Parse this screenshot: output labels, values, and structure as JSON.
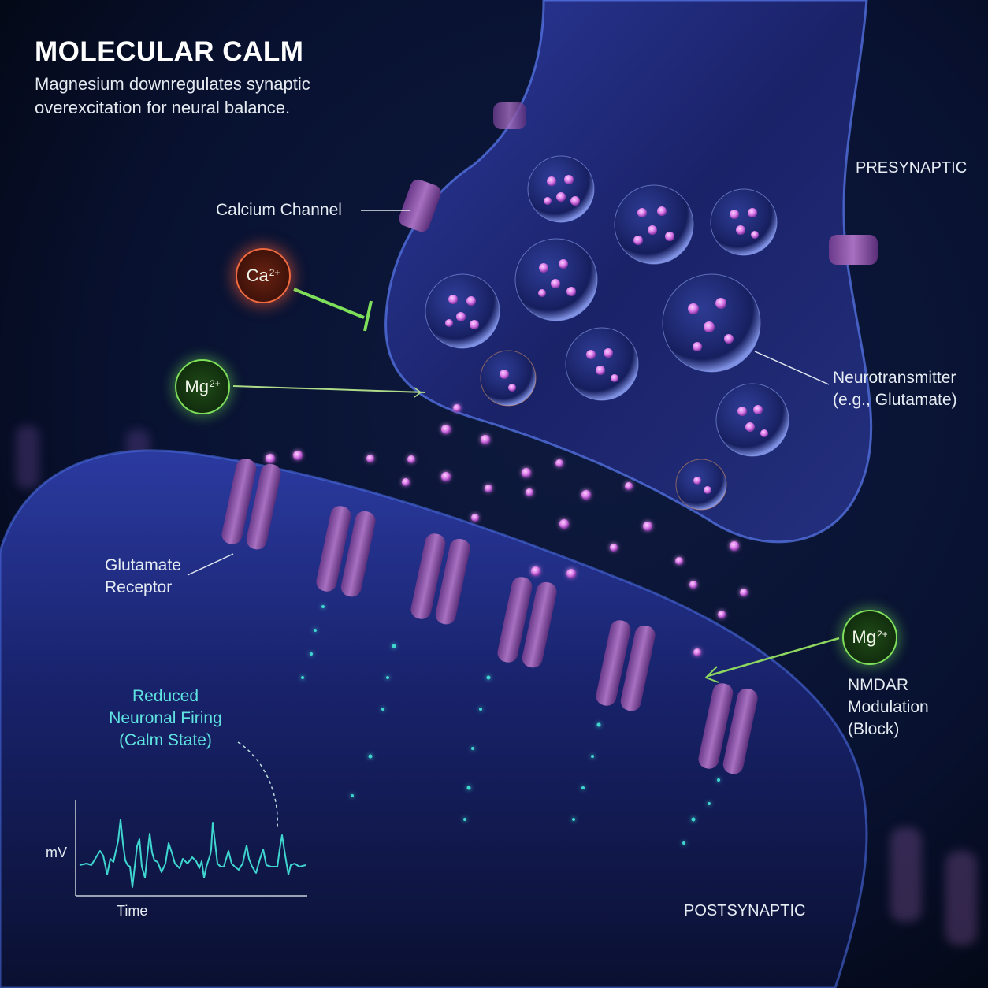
{
  "header": {
    "title": "MOLECULAR CALM",
    "subtitle": "Magnesium downregulates synaptic overexcitation for neural balance."
  },
  "regions": {
    "presynaptic": "PRESYNAPTIC",
    "postsynaptic": "POSTSYNAPTIC"
  },
  "labels": {
    "calcium_channel": "Calcium Channel",
    "neurotransmitter_line1": "Neurotransmitter",
    "neurotransmitter_line2": "(e.g., Glutamate)",
    "glutamate_receptor_line1": "Glutamate",
    "glutamate_receptor_line2": "Receptor",
    "nmdar_line1": "NMDAR",
    "nmdar_line2": "Modulation",
    "nmdar_line3": "(Block)",
    "firing_line1": "Reduced",
    "firing_line2": "Neuronal Firing",
    "firing_line3": "(Calm State)"
  },
  "ions": {
    "calcium": {
      "symbol": "Ca",
      "charge": "2+",
      "color": "#f06a3f",
      "relation": "inhibited"
    },
    "magnesium_pre": {
      "symbol": "Mg",
      "charge": "2+",
      "color": "#7ee05a",
      "relation": "acts-on-presynaptic-terminal"
    },
    "magnesium_post": {
      "symbol": "Mg",
      "charge": "2+",
      "color": "#7ee05a",
      "relation": "blocks-NMDA-receptor"
    }
  },
  "trace": {
    "ylabel": "mV",
    "xlabel": "Time",
    "color": "#3fd6d0"
  },
  "colors": {
    "background": "#050a1a",
    "membrane": "#2a3a9a",
    "vesicle": "#6a7ad8",
    "neurotransmitter": "#e58af0",
    "receptor": "#9a5aa8",
    "signal": "#3fd6d0",
    "inhibit_arrow": "#7ee05a"
  }
}
